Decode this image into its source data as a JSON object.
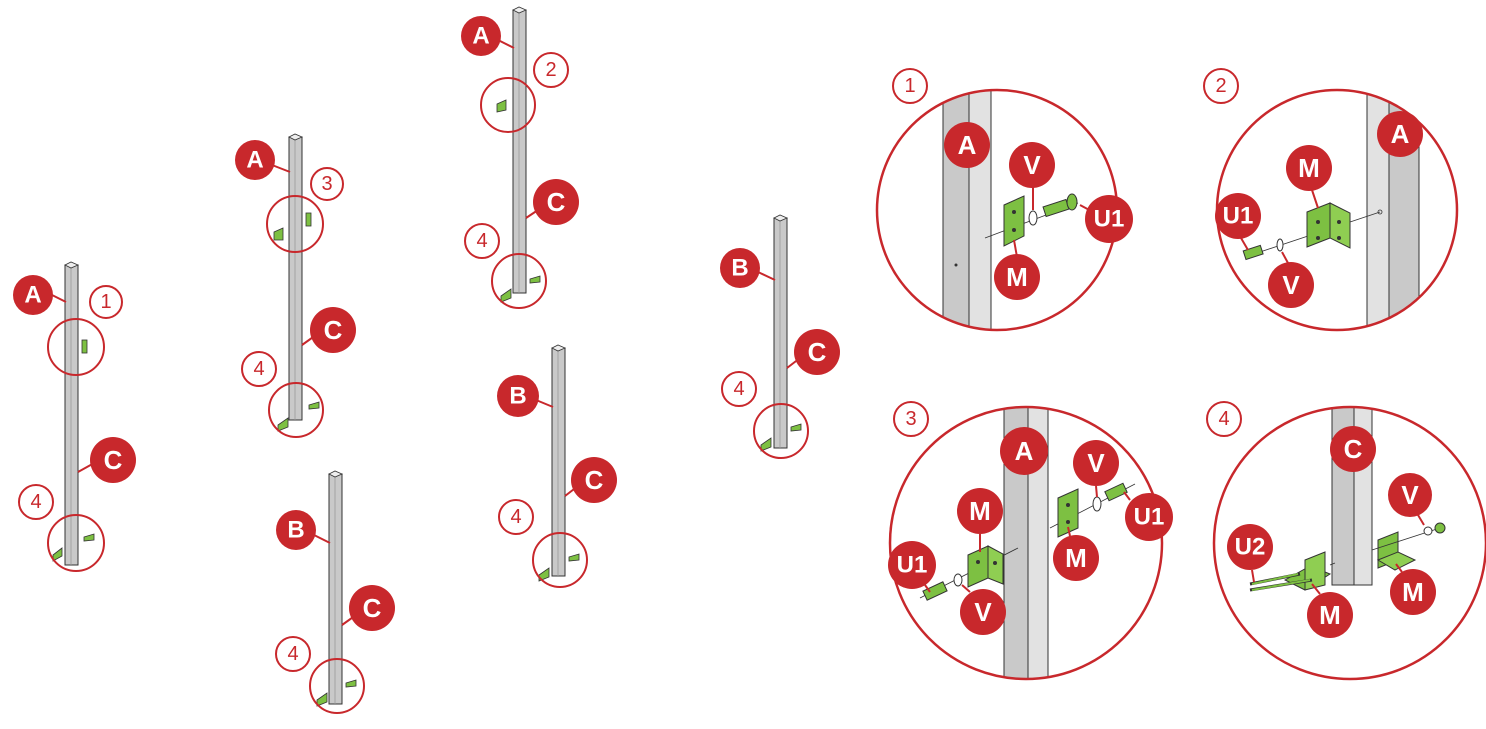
{
  "colors": {
    "accent": "#c8282c",
    "post_face": "#c9c9c9",
    "post_side": "#e2e2e2",
    "bracket": "#7dc042",
    "outline": "#333333"
  },
  "labels": {
    "A": "A",
    "B": "B",
    "C": "C",
    "M": "M",
    "V": "V",
    "U1": "U1",
    "U2": "U2"
  },
  "step_numbers": {
    "one": "1",
    "two": "2",
    "three": "3",
    "four": "4"
  }
}
